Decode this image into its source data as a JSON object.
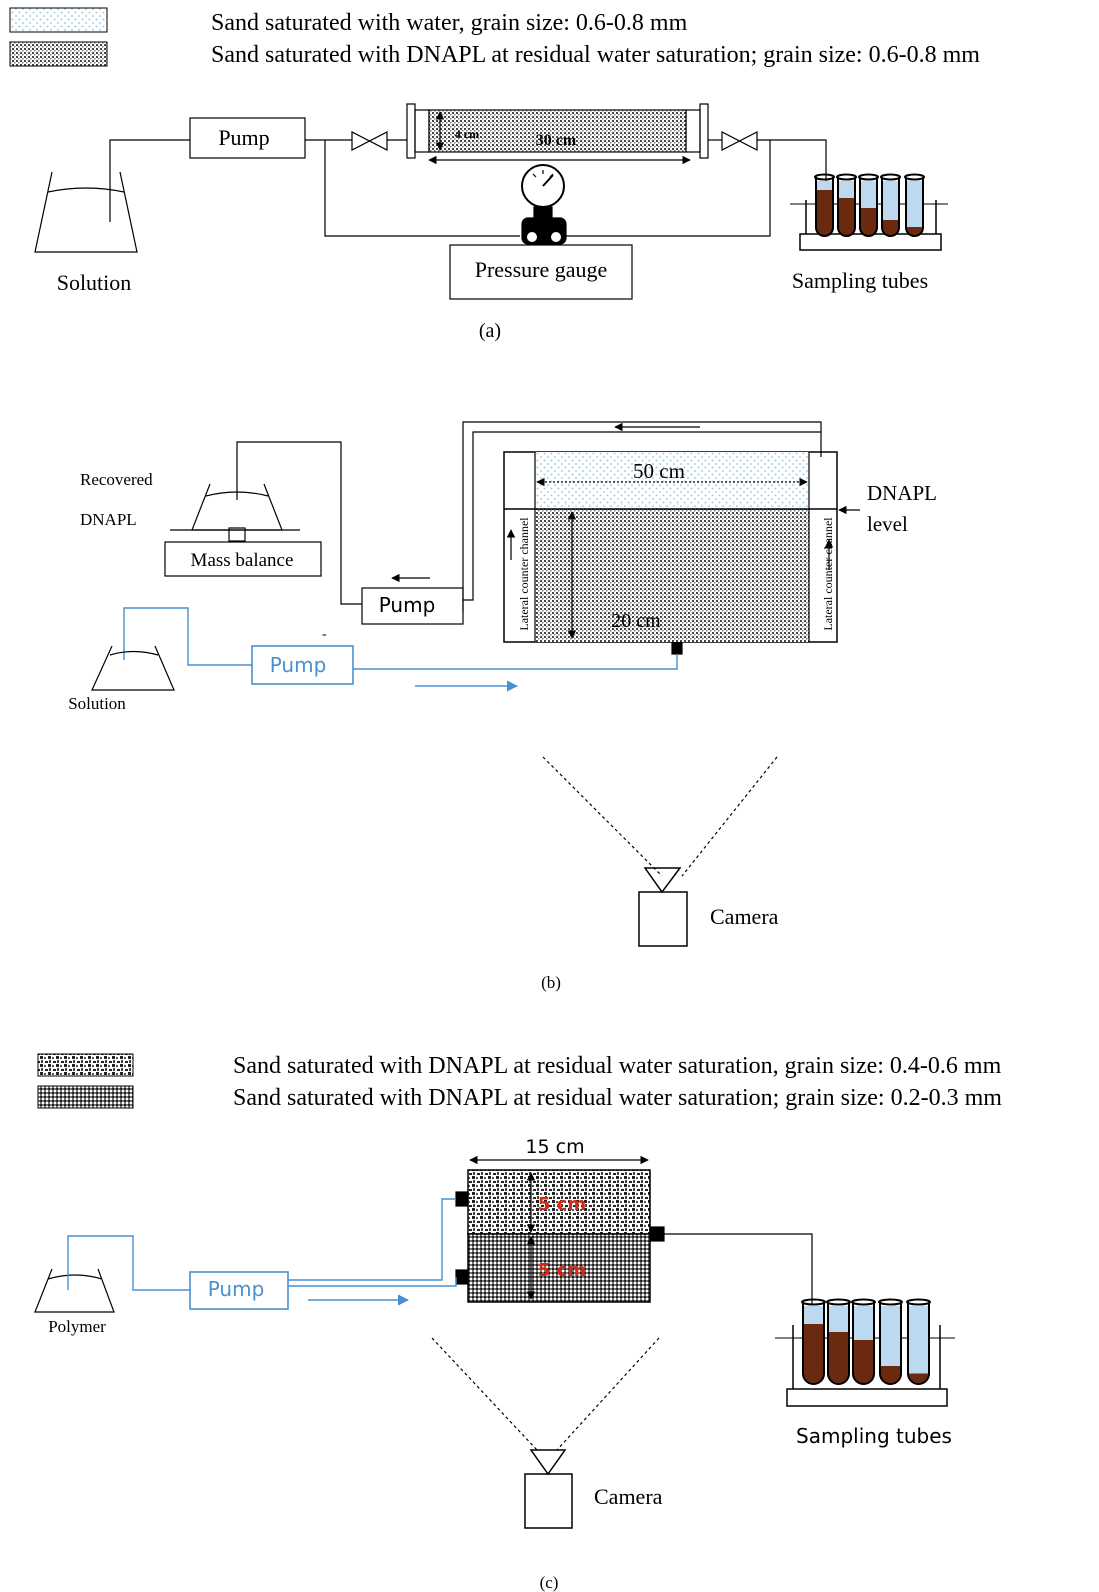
{
  "legend_top": {
    "water": "Sand saturated with water, grain size: 0.6-0.8 mm",
    "dnapl": "Sand saturated with DNAPL at residual water saturation; grain size: 0.6-0.8 mm"
  },
  "panel_a": {
    "pump": "Pump",
    "solution": "Solution",
    "pressure_gauge": "Pressure gauge",
    "sampling_tubes": "Sampling tubes",
    "dim_length": "30 cm",
    "dim_diameter": "4 cm",
    "caption": "(a)"
  },
  "panel_b": {
    "recovered": "Recovered",
    "dnapl": "DNAPL",
    "mass_balance": "Mass balance",
    "pump_black": "Pump",
    "pump_blue": "Pump",
    "solution": "Solution",
    "dim_width": "50 cm",
    "dim_height": "20 cm",
    "lateral_left": "Lateral counter channel",
    "lateral_right": "Lateral counter channel",
    "dnapl_level_1": "DNAPL",
    "dnapl_level_2": "level",
    "camera": "Camera",
    "dash": "-",
    "caption": "(b)"
  },
  "legend_c": {
    "coarse": "Sand saturated with DNAPL at residual water saturation, grain size: 0.4-0.6 mm",
    "fine": "Sand saturated with DNAPL at residual water saturation; grain size: 0.2-0.3 mm"
  },
  "panel_c": {
    "polymer": "Polymer",
    "pump": "Pump",
    "dim_width": "15 cm",
    "dim_top": "5 cm",
    "dim_bottom": "5 cm",
    "camera": "Camera",
    "sampling_tubes": "Sampling tubes",
    "caption": "(c)"
  },
  "colors": {
    "line": "#000000",
    "blue_flow": "#4a8fd0",
    "water_dot": "#8fc3e3",
    "liquid_brown": "#6b2a10",
    "liquid_blue": "#bcd9ef",
    "dim_red": "#d42a1a"
  }
}
